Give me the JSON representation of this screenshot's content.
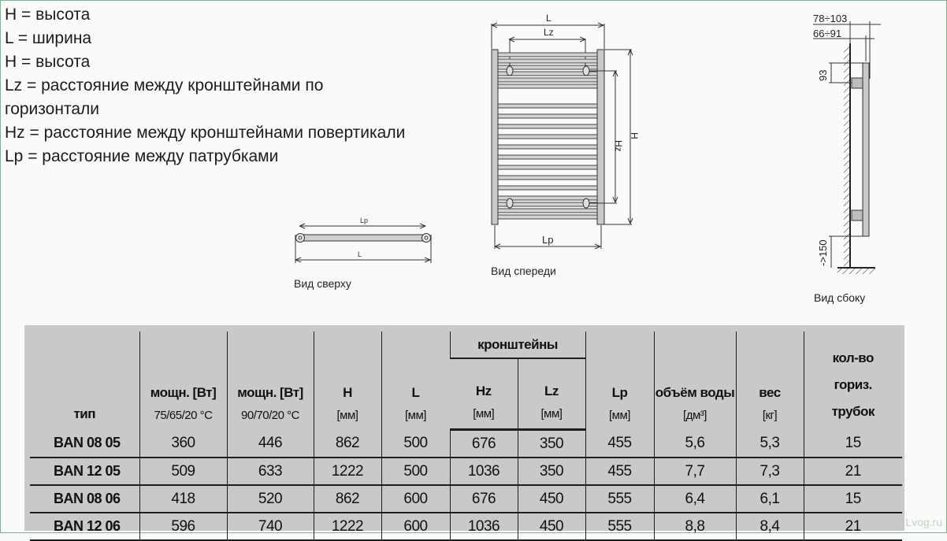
{
  "legend": {
    "lines": [
      "H = высота",
      "L = ширина",
      "H = высота",
      "Lz = расстояние между кронштейнами по",
      "горизонтали",
      "Hz = расстояние между кронштейнами повертикали",
      "Lp = расстояние между патрубками"
    ]
  },
  "diagrams": {
    "top_view": {
      "caption": "Вид сверху",
      "label_lp": "Lp",
      "label_l": "L"
    },
    "front_view": {
      "caption": "Вид спереди",
      "label_l": "L",
      "label_lz": "Lz",
      "label_hz": "Hz",
      "label_h": "H",
      "label_lp": "Lp"
    },
    "side_view": {
      "caption": "Вид сбоку",
      "dim_outer": "78÷103",
      "dim_inner": "66÷91",
      "dim_top": "93",
      "dim_floor": "->150"
    }
  },
  "table": {
    "headers": {
      "type": "тип",
      "power1": "мощн. [Вт]",
      "power1_unit": "75/65/20 °C",
      "power2": "мощн. [Вт]",
      "power2_unit": "90/70/20 °C",
      "h": "H",
      "h_unit": "[мм]",
      "l": "L",
      "l_unit": "[мм]",
      "brackets_group": "кронштейны",
      "hz": "Hz",
      "hz_unit": "[мм]",
      "lz": "Lz",
      "lz_unit": "[мм]",
      "lp": "Lp",
      "lp_unit": "[мм]",
      "volume": "объём воды",
      "volume_unit": "[дм³]",
      "weight": "вес",
      "weight_unit": "[кг]",
      "tubes_1": "кол-во",
      "tubes_2": "гориз.",
      "tubes_3": "трубок"
    },
    "rows": [
      {
        "type": "BAN 08 05",
        "power1": "360",
        "power2": "446",
        "h": "862",
        "l": "500",
        "hz": "676",
        "lz": "350",
        "lp": "455",
        "volume": "5,6",
        "weight": "5,3",
        "tubes": "15"
      },
      {
        "type": "BAN 12 05",
        "power1": "509",
        "power2": "633",
        "h": "1222",
        "l": "500",
        "hz": "1036",
        "lz": "350",
        "lp": "455",
        "volume": "7,7",
        "weight": "7,3",
        "tubes": "21"
      },
      {
        "type": "BAN 08 06",
        "power1": "418",
        "power2": "520",
        "h": "862",
        "l": "600",
        "hz": "676",
        "lz": "450",
        "lp": "555",
        "volume": "6,4",
        "weight": "6,1",
        "tubes": "15"
      },
      {
        "type": "BAN 12 06",
        "power1": "596",
        "power2": "740",
        "h": "1222",
        "l": "600",
        "hz": "1036",
        "lz": "450",
        "lp": "555",
        "volume": "8,8",
        "weight": "8,4",
        "tubes": "21"
      }
    ]
  },
  "watermark": "Lvog.ru",
  "colors": {
    "frame": "#7fb48a",
    "table_bg": "#c9c9c9",
    "line": "#1e1e1e",
    "radiator_fill": "#cfcfcf"
  }
}
